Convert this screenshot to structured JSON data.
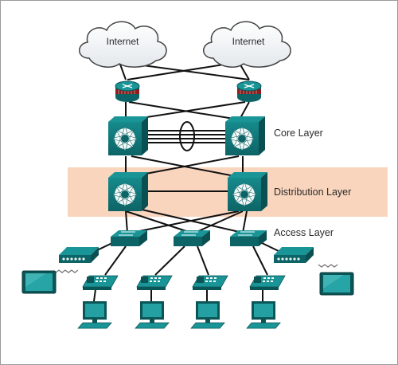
{
  "clouds": [
    {
      "label": "Internet"
    },
    {
      "label": "Internet"
    }
  ],
  "layers": {
    "core": "Core Layer",
    "distribution": "Distribution Layer",
    "access": "Access Layer"
  },
  "colors": {
    "device": "#12787a",
    "device_dark": "#0b5557",
    "distribution_band": "#f9d5bd",
    "router_band": "#8b1d1d",
    "cable": "#111111",
    "frame": "#9a9a9a"
  },
  "icons": [
    "cloud-icon",
    "router-icon",
    "multilayer-switch-icon",
    "switch-icon",
    "wireless-ap-icon",
    "tablet-icon",
    "ip-phone-icon",
    "pc-icon"
  ]
}
